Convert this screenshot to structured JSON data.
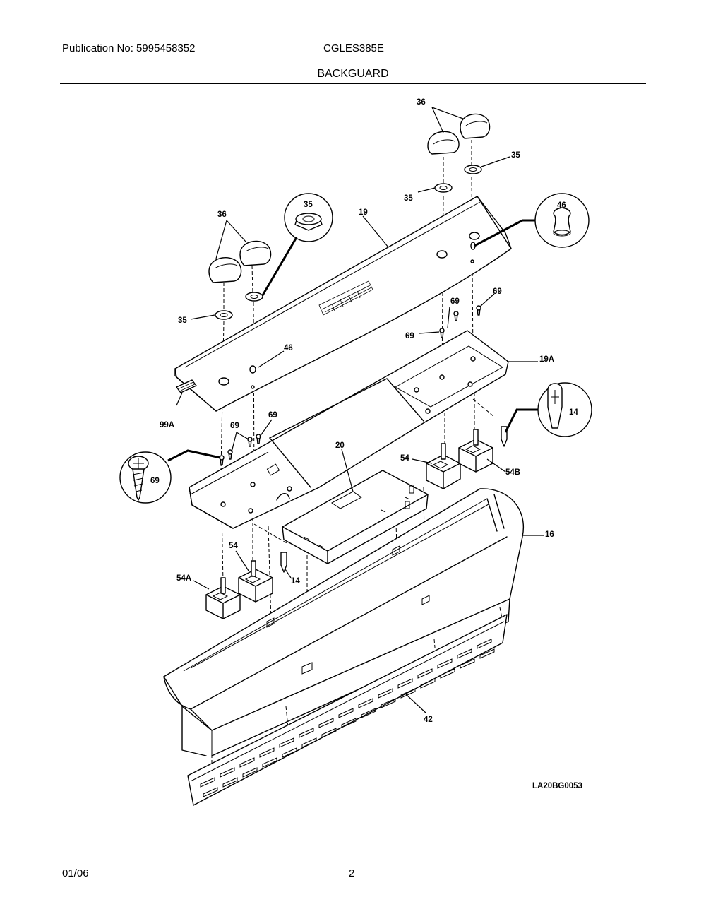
{
  "header": {
    "publication": "Publication No: 5995458352",
    "model": "CGLES385E",
    "section": "BACKGUARD"
  },
  "footer": {
    "date": "01/06",
    "page": "2"
  },
  "diagram": {
    "drawing_id": "LA20BG0053",
    "callouts": {
      "k36_top": "36",
      "k35_top_right": "35",
      "k35_top_mid": "35",
      "k46_circle": "46",
      "k36_left": "36",
      "k35_circle": "35",
      "k19": "19",
      "k35_left": "35",
      "k46_left": "46",
      "k69_a": "69",
      "k69_b": "69",
      "k69_c": "69",
      "k19a": "19A",
      "k99a": "99A",
      "k69_d": "69",
      "k69_e": "69",
      "k69_circle": "69",
      "k14_circle": "14",
      "k20": "20",
      "k54_right": "54",
      "k54b": "54B",
      "k16": "16",
      "k54_left": "54",
      "k54a": "54A",
      "k14_left": "14",
      "k42": "42"
    }
  }
}
